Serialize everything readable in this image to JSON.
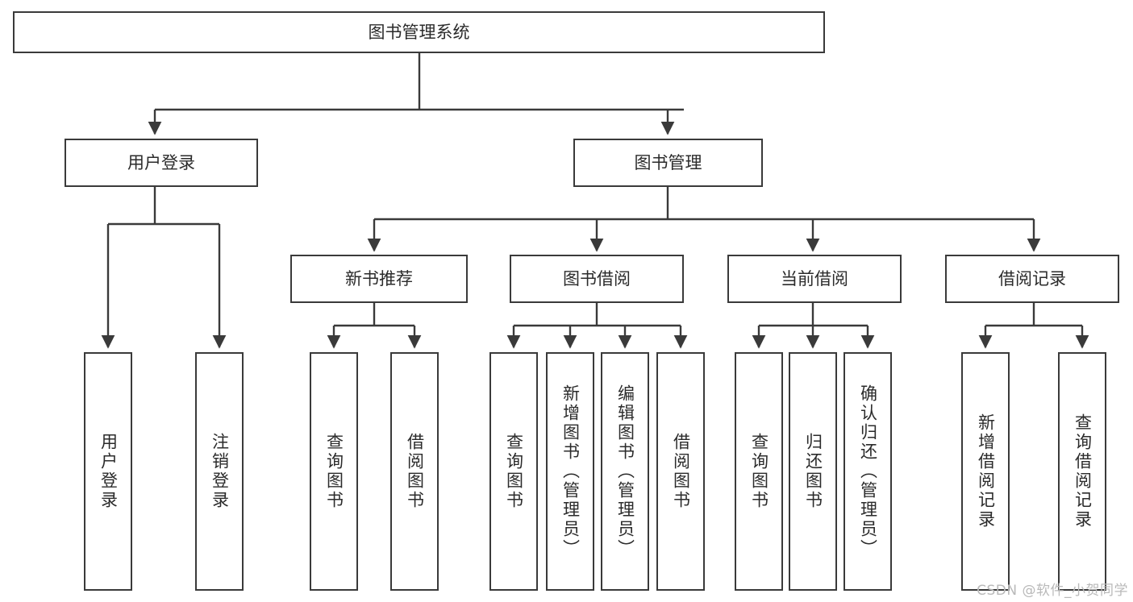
{
  "diagram": {
    "title_node": {
      "label": "图书管理系统"
    },
    "level2": [
      {
        "id": "user-login",
        "label": "用户登录"
      },
      {
        "id": "book-management",
        "label": "图书管理"
      }
    ],
    "level3": [
      {
        "id": "new-book-recommend",
        "label": "新书推荐"
      },
      {
        "id": "book-borrow",
        "label": "图书借阅"
      },
      {
        "id": "current-borrow",
        "label": "当前借阅"
      },
      {
        "id": "borrow-record",
        "label": "借阅记录"
      }
    ],
    "leaves": {
      "user_login": [
        {
          "id": "leaf-user-login",
          "label": "用户登录"
        },
        {
          "id": "leaf-logout-login",
          "label": "注销登录"
        }
      ],
      "new_book_recommend": [
        {
          "id": "leaf-query-book-1",
          "label": "查询图书"
        },
        {
          "id": "leaf-borrow-book-1",
          "label": "借阅图书"
        }
      ],
      "book_borrow": [
        {
          "id": "leaf-query-book-2",
          "label": "查询图书"
        },
        {
          "id": "leaf-add-book",
          "label": "新增图书（管理员）"
        },
        {
          "id": "leaf-edit-book",
          "label": "编辑图书（管理员）"
        },
        {
          "id": "leaf-borrow-book-2",
          "label": "借阅图书"
        }
      ],
      "current_borrow": [
        {
          "id": "leaf-query-book-3",
          "label": "查询图书"
        },
        {
          "id": "leaf-return-book",
          "label": "归还图书"
        },
        {
          "id": "leaf-confirm-return",
          "label": "确认归还（管理员）"
        }
      ],
      "borrow_record": [
        {
          "id": "leaf-add-record",
          "label": "新增借阅记录"
        },
        {
          "id": "leaf-query-record",
          "label": "查询借阅记录"
        }
      ]
    },
    "watermark": "CSDN @软件_小贺同学",
    "colors": {
      "stroke": "#3a3a3a",
      "fill": "#ffffff",
      "text": "#2b2b2b",
      "watermark": "#b9b9b9"
    }
  }
}
